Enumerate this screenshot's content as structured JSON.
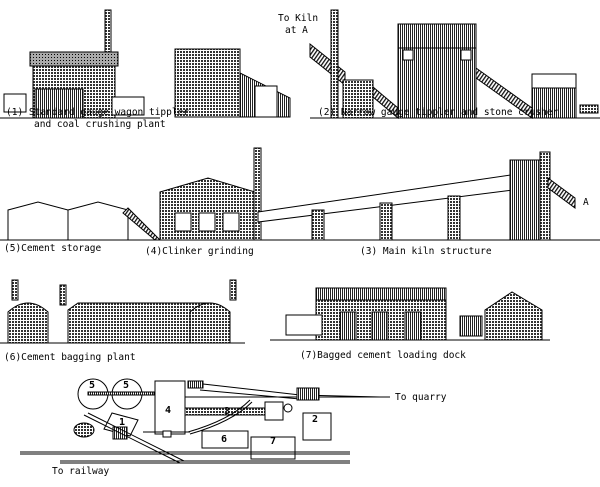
{
  "captions": {
    "c1_line1": "(1) Standard gauge wagon tippler",
    "c1_line2": "and coal crushing plant",
    "c2": "(2) Narrow gauge tippler and stone crusher",
    "c5": "(5)Cement storage",
    "c4": "(4)Clinker grinding",
    "c3": "(3) Main kiln structure",
    "c6": "(6)Cement bagging plant",
    "c7": "(7)Bagged cement loading dock"
  },
  "annotations": {
    "to_kiln_1": "To Kiln",
    "to_kiln_2": "at A",
    "marker_a": "A",
    "to_quarry": "To quarry",
    "to_railway": "To railway"
  },
  "plan_numbers": [
    "5",
    "5",
    "4",
    "3",
    "1",
    "2",
    "6",
    "7"
  ]
}
